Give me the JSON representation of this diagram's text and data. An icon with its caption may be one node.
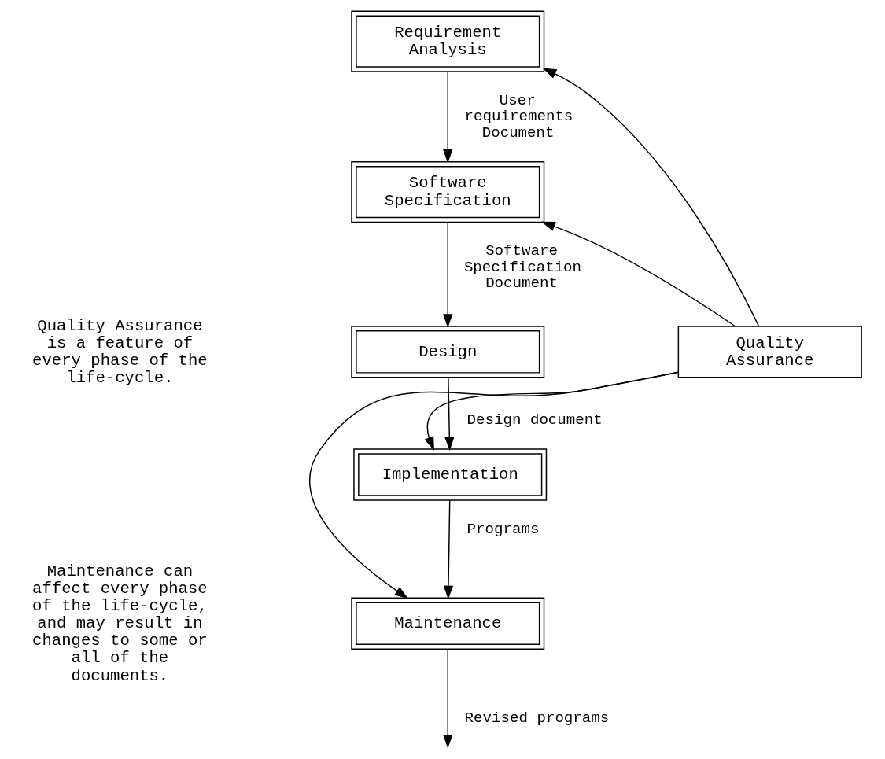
{
  "diagram": {
    "nodes": [
      {
        "text": [
          "Requirement Analysis"
        ]
      },
      {
        "text": [
          "Software Specification"
        ]
      },
      {
        "text": [
          "Design"
        ]
      },
      {
        "text": [
          "Quality Assurance"
        ]
      },
      {
        "text": [
          "Implementation"
        ]
      },
      {
        "text": [
          "Maintenance"
        ]
      }
    ],
    "edges": [
      {
        "from": 0,
        "to": 1,
        "arrow": "to",
        "label": "User requirements Document"
      },
      {
        "from": 1,
        "to": 2,
        "arrow": "to",
        "label": "Software Specification Document"
      },
      {
        "from": 2,
        "to": 4,
        "arrow": "to",
        "label": "Design document"
      },
      {
        "from": 4,
        "to": 5,
        "arrow": "to",
        "label": "Programs"
      },
      {
        "from": 5,
        "to": null,
        "arrow": "to",
        "label": "Revised programs"
      },
      {
        "from": 3,
        "to": 0,
        "arrow": "to"
      },
      {
        "from": 3,
        "to": 1,
        "arrow": "to"
      },
      {
        "from": 3,
        "to": 4,
        "arrow": "to"
      },
      {
        "from": 3,
        "to": 5,
        "arrow": "to"
      }
    ],
    "labels": [
      "Quality Assurance is a feature of every phase of the life-cycle.",
      "Maintenance can affect every phase of the life-cycle, and may result in changes to some or all of the documents."
    ]
  }
}
